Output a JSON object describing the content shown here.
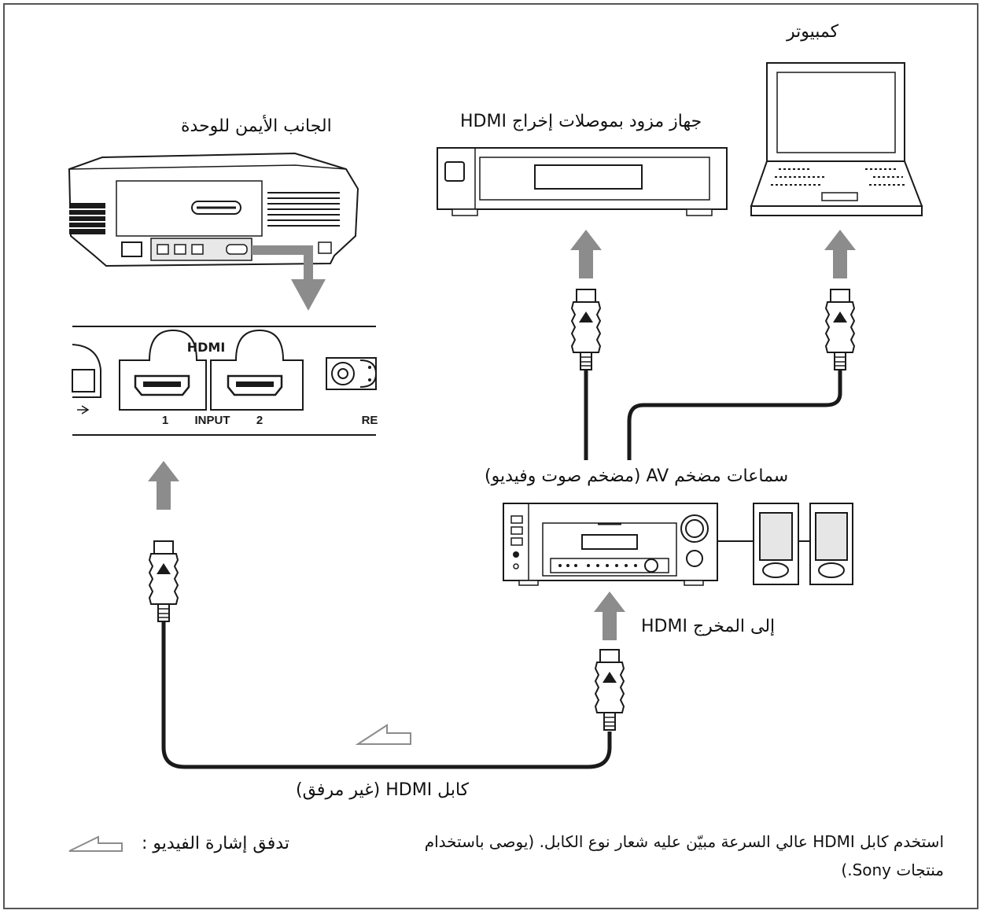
{
  "labels": {
    "computer": "كمبيوتر",
    "hdmi_output_device": "جهاز مزود بموصلات إخراج HDMI",
    "unit_right_side": "الجانب الأيمن للوحدة",
    "av_amplifier": "سماعات مضخم AV (مضخم صوت وفيديو)",
    "to_hdmi_output": "إلى المخرج HDMI",
    "hdmi_cable": "كابل HDMI (غير مرفق)",
    "video_flow": "تدفق إشارة الفيديو :"
  },
  "panel_labels": {
    "hdmi_logo": "HDMI",
    "port_1": "1",
    "input": "INPUT",
    "port_2": "2",
    "re": "RE"
  },
  "note": {
    "line1": "استخدم كابل HDMI عالي السرعة مبيّن عليه شعار نوع الكابل. (يوصى باستخدام",
    "line2": "منتجات Sony.)"
  },
  "colors": {
    "outline": "#1a1a1a",
    "arrow_gray": "#8c8c8c",
    "cable": "#1a1a1a",
    "frame": "#555555"
  }
}
